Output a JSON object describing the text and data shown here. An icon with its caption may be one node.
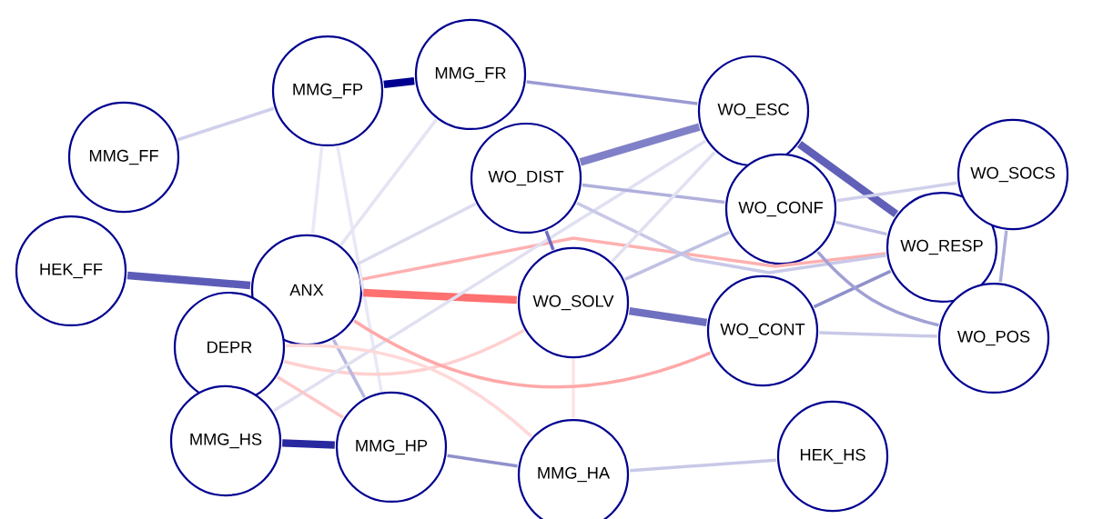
{
  "diagram": {
    "nodes": [
      {
        "text": [
          "MMG_FP"
        ]
      },
      {
        "text": [
          "MMG_FR"
        ]
      },
      {
        "text": [
          "MMG_FF"
        ]
      },
      {
        "text": [
          "HEK_FF"
        ]
      },
      {
        "text": [
          "ANX"
        ]
      },
      {
        "text": [
          "DEPR"
        ]
      },
      {
        "text": [
          "MMG_HS"
        ]
      },
      {
        "text": [
          "MMG_HP"
        ]
      },
      {
        "text": [
          "MMG_HA"
        ]
      },
      {
        "text": [
          "HEK_HS"
        ]
      },
      {
        "text": [
          "WO_DIST"
        ]
      },
      {
        "text": [
          "WO_SOLV"
        ]
      },
      {
        "text": [
          "WO_CONT"
        ]
      },
      {
        "text": [
          "WO_ESC"
        ]
      },
      {
        "text": [
          "WO_CONF"
        ]
      },
      {
        "text": [
          "WO_RESP"
        ]
      },
      {
        "text": [
          "WO_SOCS"
        ]
      },
      {
        "text": [
          "WO_POS"
        ]
      }
    ],
    "edges": [
      {
        "from": 0,
        "to": 1,
        "arrow": "none",
        "style": "thick",
        "color": "#000090"
      },
      {
        "from": 2,
        "to": 0,
        "arrow": "none",
        "color": "#d0d0ec"
      },
      {
        "from": 1,
        "to": 13,
        "arrow": "none",
        "color": "#9a9ad4"
      },
      {
        "from": 0,
        "to": 4,
        "arrow": "none",
        "color": "#e8e8f6"
      },
      {
        "from": 0,
        "to": 7,
        "arrow": "none",
        "color": "#e8e8f6"
      },
      {
        "from": 1,
        "to": 4,
        "arrow": "none",
        "color": "#e4e4f4"
      },
      {
        "from": 3,
        "to": 4,
        "arrow": "none",
        "style": "thick",
        "color": "#5c5cb8"
      },
      {
        "from": 4,
        "to": 11,
        "arrow": "none",
        "style": "thick",
        "color": "#ff7070"
      },
      {
        "from": 4,
        "to": 15,
        "arrow": "none",
        "color": "#ffb0b0"
      },
      {
        "from": 5,
        "to": 11,
        "arrow": "none",
        "color": "#ffd0d0"
      },
      {
        "from": 4,
        "to": 7,
        "arrow": "none",
        "color": "#b8b8e0"
      },
      {
        "from": 4,
        "to": 10,
        "arrow": "none",
        "color": "#dcdcf0"
      },
      {
        "from": 6,
        "to": 13,
        "arrow": "none",
        "color": "#e0e0f2"
      },
      {
        "from": 6,
        "to": 7,
        "arrow": "none",
        "style": "thick",
        "color": "#2828a0"
      },
      {
        "from": 5,
        "to": 7,
        "arrow": "none",
        "color": "#ffc8c8"
      },
      {
        "from": 5,
        "to": 8,
        "arrow": "none",
        "color": "#ffd8d8"
      },
      {
        "from": 7,
        "to": 8,
        "arrow": "none",
        "color": "#9090cc"
      },
      {
        "from": 8,
        "to": 9,
        "arrow": "none",
        "color": "#c8c8e8"
      },
      {
        "from": 11,
        "to": 8,
        "arrow": "none",
        "color": "#ffe4e4"
      },
      {
        "from": 10,
        "to": 11,
        "arrow": "none",
        "color": "#6c6cc0"
      },
      {
        "from": 10,
        "to": 13,
        "arrow": "none",
        "style": "thick",
        "color": "#8080c8"
      },
      {
        "from": 10,
        "to": 14,
        "arrow": "none",
        "color": "#b0b0dc"
      },
      {
        "from": 10,
        "to": 15,
        "arrow": "none",
        "color": "#c8c8e8"
      },
      {
        "from": 11,
        "to": 12,
        "arrow": "none",
        "style": "thick",
        "color": "#7070c0"
      },
      {
        "from": 4,
        "to": 12,
        "arrow": "none",
        "color": "#ffa8a8"
      },
      {
        "from": 11,
        "to": 14,
        "arrow": "none",
        "color": "#c0c0e4"
      },
      {
        "from": 13,
        "to": 15,
        "arrow": "none",
        "style": "thick",
        "color": "#6060b8"
      },
      {
        "from": 12,
        "to": 15,
        "arrow": "none",
        "color": "#9090cc"
      },
      {
        "from": 14,
        "to": 17,
        "arrow": "none",
        "color": "#a0a0d4"
      },
      {
        "from": 14,
        "to": 16,
        "arrow": "none",
        "color": "#d0d0ec"
      },
      {
        "from": 14,
        "to": 15,
        "arrow": "none",
        "color": "#c0c0e4"
      },
      {
        "from": 16,
        "to": 17,
        "arrow": "none",
        "color": "#b0b0dc"
      },
      {
        "from": 12,
        "to": 17,
        "arrow": "none",
        "color": "#c8c8e8"
      },
      {
        "from": 13,
        "to": 11,
        "arrow": "none",
        "color": "#e0e0f2"
      }
    ]
  }
}
